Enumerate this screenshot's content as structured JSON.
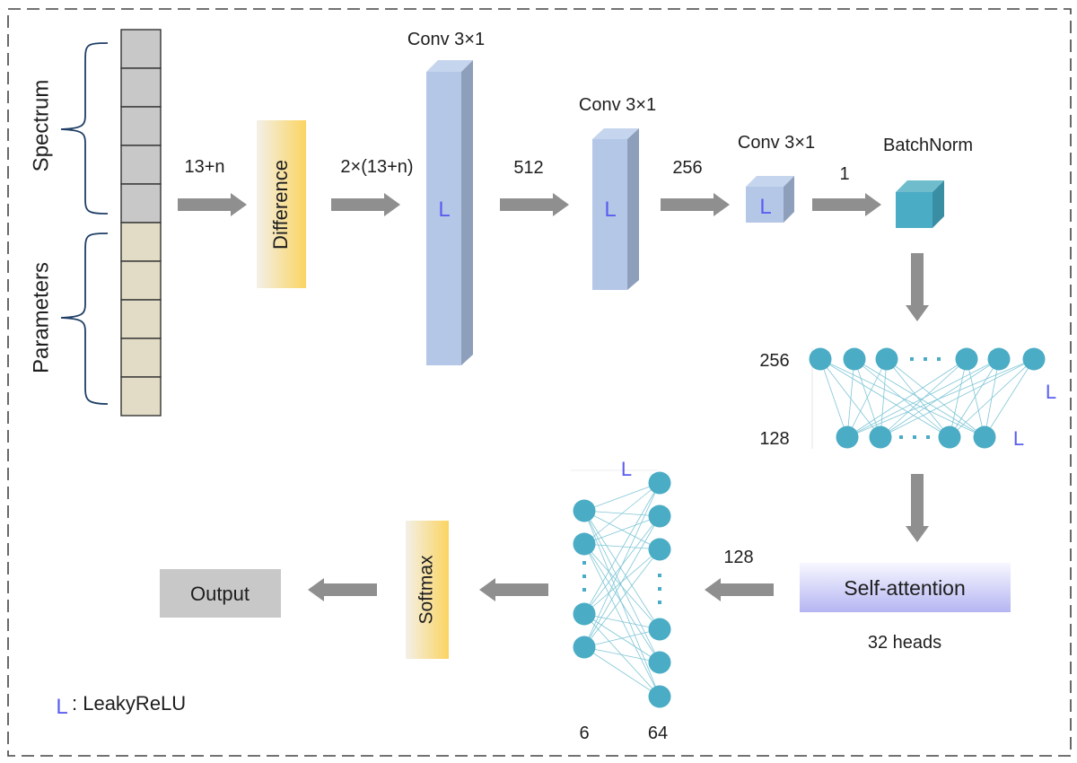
{
  "input_vector": {
    "spectrum_label": "Spectrum",
    "parameters_label": "Parameters",
    "spectrum_cells": 5,
    "parameter_cells": 5,
    "colors": {
      "spectrum": "#c8c8c8",
      "parameters": "#e2dcc6"
    }
  },
  "edges": {
    "input_dim": "13+n",
    "diff_out": "2×(13+n)",
    "conv1_out": "512",
    "conv2_out": "256",
    "conv3_out": "1",
    "attn_out": "128"
  },
  "blocks": {
    "difference": "Difference",
    "conv1": "Conv 3×1",
    "conv2": "Conv 3×1",
    "conv3": "Conv 3×1",
    "batchnorm": "BatchNorm",
    "self_attention": "Self-attention",
    "heads": "32 heads",
    "softmax": "Softmax",
    "output": "Output"
  },
  "activation_marker": "L",
  "fc1": {
    "top_label": "256",
    "bottom_label": "128"
  },
  "fc2": {
    "left_label": "6",
    "right_label": "64"
  },
  "legend": {
    "symbol": "L",
    "text": ": LeakyReLU"
  },
  "colors": {
    "conv_front": "#b4c7e7",
    "conv_side": "#8e9fbb",
    "conv_top": "#c6d5ee",
    "node": "#4aacc5",
    "edge": "#7fc6d6",
    "arrow": "#8f8f8f",
    "activation": "#5a5ef0",
    "gold_start": "#f2efe6",
    "gold_end": "#fbd56a",
    "attn_start": "#f4f4ff",
    "attn_end": "#b7b7f4",
    "output_box": "#c8c8c8"
  }
}
